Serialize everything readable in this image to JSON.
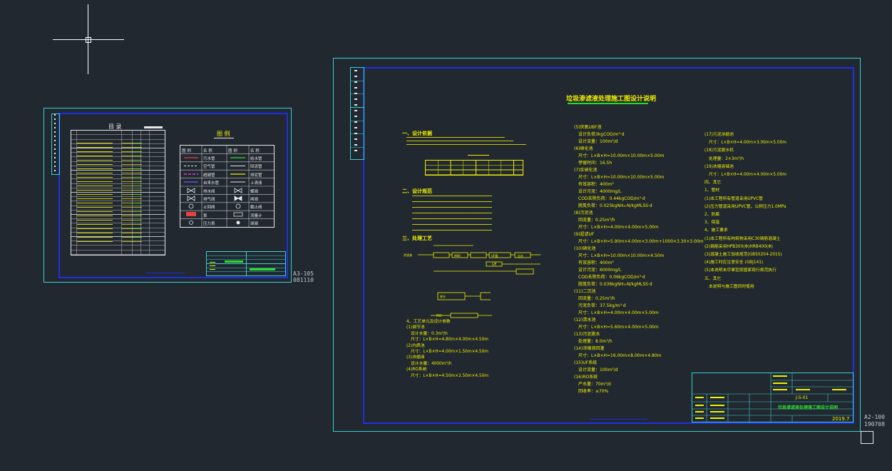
{
  "sheet1": {
    "catalog_title": "目  录",
    "legend_title": "图  例",
    "legend_rows": [
      [
        "图 例",
        "名 称",
        "图 例",
        "名 称"
      ],
      [
        "",
        "污水管",
        "",
        "给水管"
      ],
      [
        "",
        "空气管",
        "",
        "回流管"
      ],
      [
        "",
        "超越管",
        "",
        "排泥管"
      ],
      [
        "",
        "自来水管",
        "",
        "上清液"
      ],
      [
        "",
        "排水阀",
        "",
        "蝶阀"
      ],
      [
        "",
        "排气阀",
        "",
        "闸阀"
      ],
      [
        "",
        "止回阀",
        "",
        "截止阀"
      ],
      [
        "",
        "泵",
        "",
        "流量计"
      ],
      [
        "",
        "压力表",
        "",
        "球阀"
      ]
    ],
    "corner_label_1": "A3-105",
    "corner_label_2": "081110"
  },
  "sheet2": {
    "title": "垃圾渗滤液处理施工图设计说明",
    "corner_label_1": "A2-100",
    "corner_label_2": "190708",
    "titleblock_name": "垃圾渗滤液处理施工图设计说明",
    "titleblock_code": "J-S-01",
    "titleblock_date": "2019.7",
    "column1": {
      "h1": "一、设计依据",
      "h2": "二、设计规范",
      "h3": "三、处理工艺",
      "items": [
        "4、工艺单元及设计参数",
        "(1)调节池",
        "设计水量：0.3m³/h",
        "尺寸：L×B×H=4.80m×4.00m×4.50m",
        "(2)均质池",
        "尺寸：L×B×H=4.00m×1.50m×4.50m",
        "(3)浓缩液",
        "设计水量：4000m³/h",
        "(4)RO系统",
        "尺寸：L×B×H=4.50m×2.50m×4.50m"
      ],
      "flow_labels": [
        "UF",
        "RO",
        "MBR",
        "UF膜",
        "出水",
        "渗滤液",
        "原水"
      ]
    },
    "column2": {
      "items": [
        "(5)厌氧UBF池",
        "设计负荷3kgCOD/m³·d",
        "设计流量：100m³/d",
        "(6)硝化池",
        "尺寸：L×B×H=10.00m×10.00m×5.00m",
        "停留时间：16.5h",
        "(7)反硝化池",
        "尺寸：L×B×H=10.00m×10.00m×5.00m",
        "有效容积：400m³",
        "设计污泥：4000mg/L",
        "COD去除负荷：0.44kgCOD/m³·d",
        "脱氮负荷：0.025kgNH₃-N/kgMLSS·d",
        "(8)污泥池",
        "回流量：0.25m³/h",
        "尺寸：L×B×H=4.00m×4.00m×5.00m",
        "(9)超滤UF",
        "尺寸：L×B×H=5.90m×4.00m×3.00m+1000×3.30×3.00m",
        "(10)硝化池",
        "尺寸：L×B×H=10.00m×10.00m×4.50m",
        "有效容积：400m³",
        "设计污泥：6000mg/L",
        "COD去除负荷：0.06kgCOD/m³·d",
        "脱氮负荷：0.036kgNH₃-N/kgMLSS·d",
        "(11)二沉池",
        "回流量：0.25m³/h",
        "污泥负荷：37.5kg/m³·d",
        "尺寸：L×B×H=4.00m×4.00m×5.00m",
        "(12)清水池",
        "尺寸：L×B×H=5.60m×4.00m×5.00m",
        "(13)污泥脱水",
        "处理量：8.0m³/h",
        "(14)浓缩液回灌",
        "尺寸：L×B×H=16.00m×8.00m×4.80m",
        "(15)UF系统",
        "设计流量：100m³/d",
        "(16)RO系统",
        "产水量：70m³/d",
        "回收率：≥70%"
      ]
    },
    "column3": {
      "items": [
        "(17)污泥浓缩池",
        "尺寸：L×B×H=4.00m×3.00m×5.00m",
        "(18)污泥脱水机",
        "处理量：2×3m³/h",
        "(19)浓缩液储池",
        "尺寸：L×B×H=4.00m×4.00m×5.00m",
        "四、其它",
        "1、管材",
        "(1)本工程所有管道采用UPVC管",
        "(2)压力管道采用UPVC管，公称压力1.0MPa",
        "2、防腐",
        "3、保温",
        "4、施工要求",
        "(1)本工程所有构筑物采用C30钢筋混凝土",
        "(2)钢筋采用HPB300(Φ)HRB400(Φ)",
        "(3)混凝土施工验收规范(GB50204-2015)",
        "(4)施工时应注意安全 (GBJ141)",
        "(5)本说明未尽事宜按国家现行规范执行",
        "五、其它",
        "本说明与施工图同时使用"
      ]
    }
  },
  "colors": {
    "background": "#212830",
    "frame_outer": "#3ad0d0",
    "frame_inner": "#1f2fe0",
    "text_yellow": "#f0f000",
    "text_white": "#e8e8e8",
    "text_green": "#2ee02e",
    "title_underline": "#22dd22"
  },
  "icons": [
    "crosshair-cursor-icon",
    "ucs-square-icon"
  ]
}
